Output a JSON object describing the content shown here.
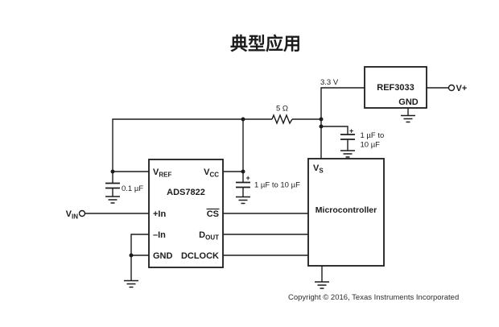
{
  "title": "典型应用",
  "copyright": "Copyright © 2016, Texas Instruments Incorporated",
  "colors": {
    "line": "#1c1c1c",
    "text": "#1c1c1c",
    "background": "#ffffff"
  },
  "adc": {
    "name": "ADS7822",
    "pin_vref_main": "V",
    "pin_vref_sub": "REF",
    "pin_vcc_main": "V",
    "pin_vcc_sub": "CC",
    "pin_plus_in": "+In",
    "pin_minus_in": "–In",
    "pin_gnd": "GND",
    "pin_cs": "CS",
    "pin_dout_main": "D",
    "pin_dout_sub": "OUT",
    "pin_dclock": "DCLOCK"
  },
  "mcu": {
    "name": "Microcontroller",
    "pin_vs_main": "V",
    "pin_vs_sub": "S"
  },
  "ref": {
    "name": "REF3033",
    "pin_gnd": "GND",
    "out_label": "V+"
  },
  "net_labels": {
    "supply": "3.3 V",
    "vin_main": "V",
    "vin_sub": "IN"
  },
  "values": {
    "resistor": "5 Ω",
    "cap_vref": "0.1 µF",
    "cap_vcc": "1 µF to 10 µF",
    "cap_vs_line1": "1 µF to",
    "cap_vs_line2": "10 µF",
    "plus": "+"
  }
}
